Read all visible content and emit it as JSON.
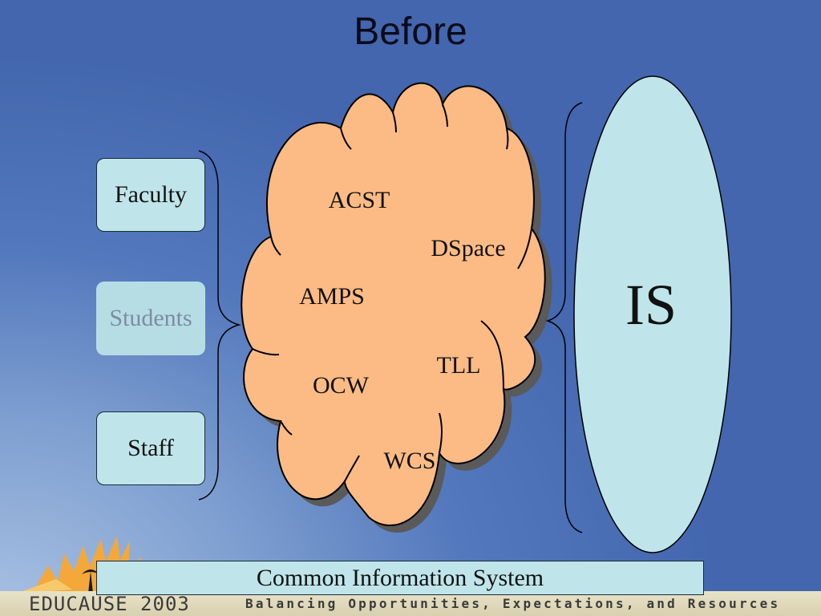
{
  "slide": {
    "title": "Before",
    "user_groups": [
      "Faculty",
      "Students",
      "Staff"
    ],
    "systems": [
      "ACST",
      "DSpace",
      "AMPS",
      "TLL",
      "OCW",
      "WCS"
    ],
    "is_label": "IS",
    "cis_label": "Common Information System"
  },
  "footer": {
    "left_text": "EDUCAUSE 2003",
    "right_text": "Balancing Opportunities, Expectations, and Resources"
  },
  "colors": {
    "cloud": "#fcbb85",
    "box": "#bfe5ea",
    "background": "#4366ae"
  }
}
